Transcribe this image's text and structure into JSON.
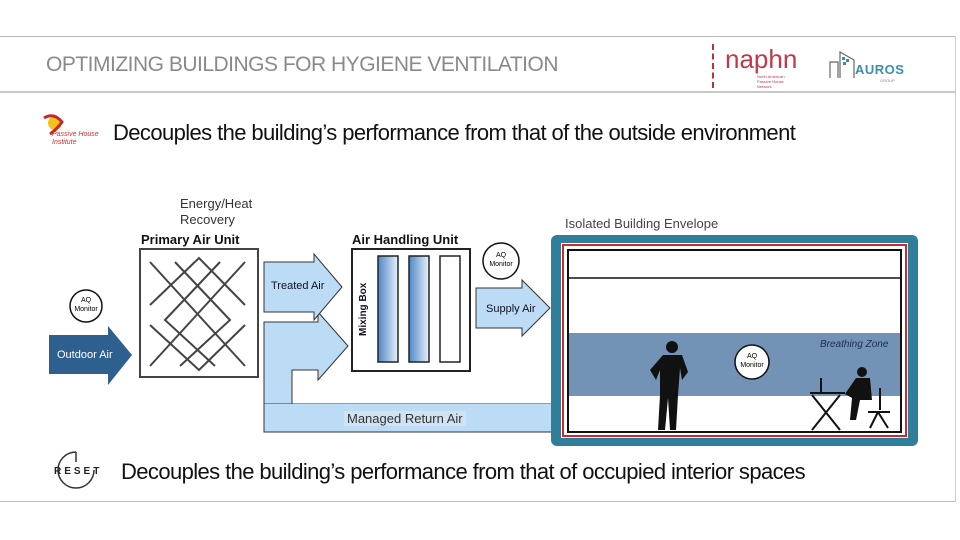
{
  "header": {
    "title": "OPTIMIZING BUILDINGS FOR HYGIENE VENTILATION",
    "logos": {
      "naphn": "naphn",
      "naphn_sub": "North American Passive House Network",
      "auros": "AUROS",
      "auros_sub": "GROUP"
    }
  },
  "top_statement": {
    "logo_text": "Passive House Institute",
    "text": "Decouples the building’s performance from that of the outside environment"
  },
  "diagram": {
    "energy_recovery": "Energy/Heat Recovery",
    "primary_air_unit": "Primary Air Unit",
    "air_handling_unit": "Air Handling Unit",
    "mixing_box": "Mixing Box",
    "outdoor_air": "Outdoor Air",
    "treated_air": "Treated Air",
    "supply_air": "Supply Air",
    "managed_return_air": "Managed Return Air",
    "isolated_envelope": "Isolated Building Envelope",
    "breathing_zone": "Breathing Zone",
    "aq_monitor_line1": "AQ",
    "aq_monitor_line2": "Monitor",
    "colors": {
      "dark_blue": "#2d5f8f",
      "light_blue": "#bcdcf5",
      "teal": "#2f7f9a",
      "breathing": "#7292b6",
      "red": "#d0282e"
    }
  },
  "bottom_statement": {
    "logo_text": "RESET",
    "text": "Decouples the building’s performance from that of occupied interior spaces"
  }
}
